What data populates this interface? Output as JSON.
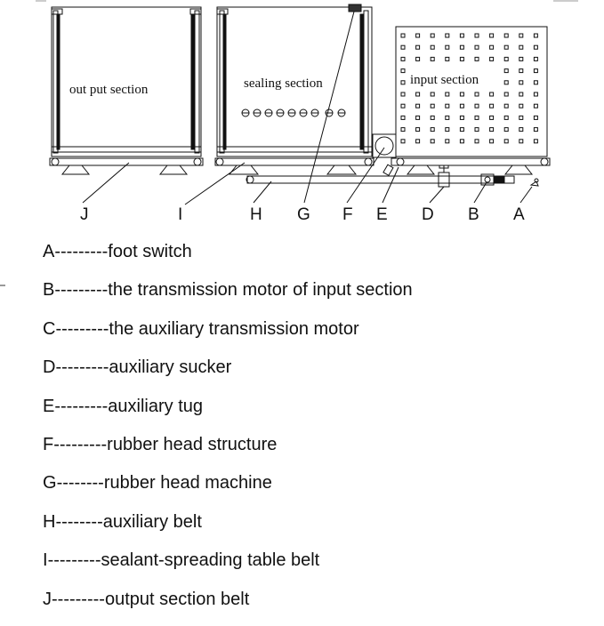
{
  "sections": {
    "output": "out put section",
    "sealing": "sealing section",
    "input": "input section"
  },
  "callout_letters": [
    "J",
    "I",
    "H",
    "G",
    "F",
    "E",
    "D",
    "B",
    "A"
  ],
  "legend": [
    {
      "key": "A",
      "dashes": "---------",
      "text": "foot switch"
    },
    {
      "key": "B",
      "dashes": "---------",
      "text": "the transmission motor of input section"
    },
    {
      "key": "C",
      "dashes": "---------",
      "text": "the auxiliary transmission motor"
    },
    {
      "key": "D",
      "dashes": "---------",
      "text": "auxiliary sucker"
    },
    {
      "key": "E",
      "dashes": "---------",
      "text": "auxiliary tug"
    },
    {
      "key": "F",
      "dashes": "---------",
      "text": "rubber head structure"
    },
    {
      "key": "G",
      "dashes": "--------",
      "text": "rubber head machine"
    },
    {
      "key": "H",
      "dashes": "--------",
      "text": "auxiliary belt"
    },
    {
      "key": "I",
      "dashes": "---------",
      "text": "sealant-spreading table belt"
    },
    {
      "key": "J",
      "dashes": "---------",
      "text": "output section belt"
    }
  ]
}
